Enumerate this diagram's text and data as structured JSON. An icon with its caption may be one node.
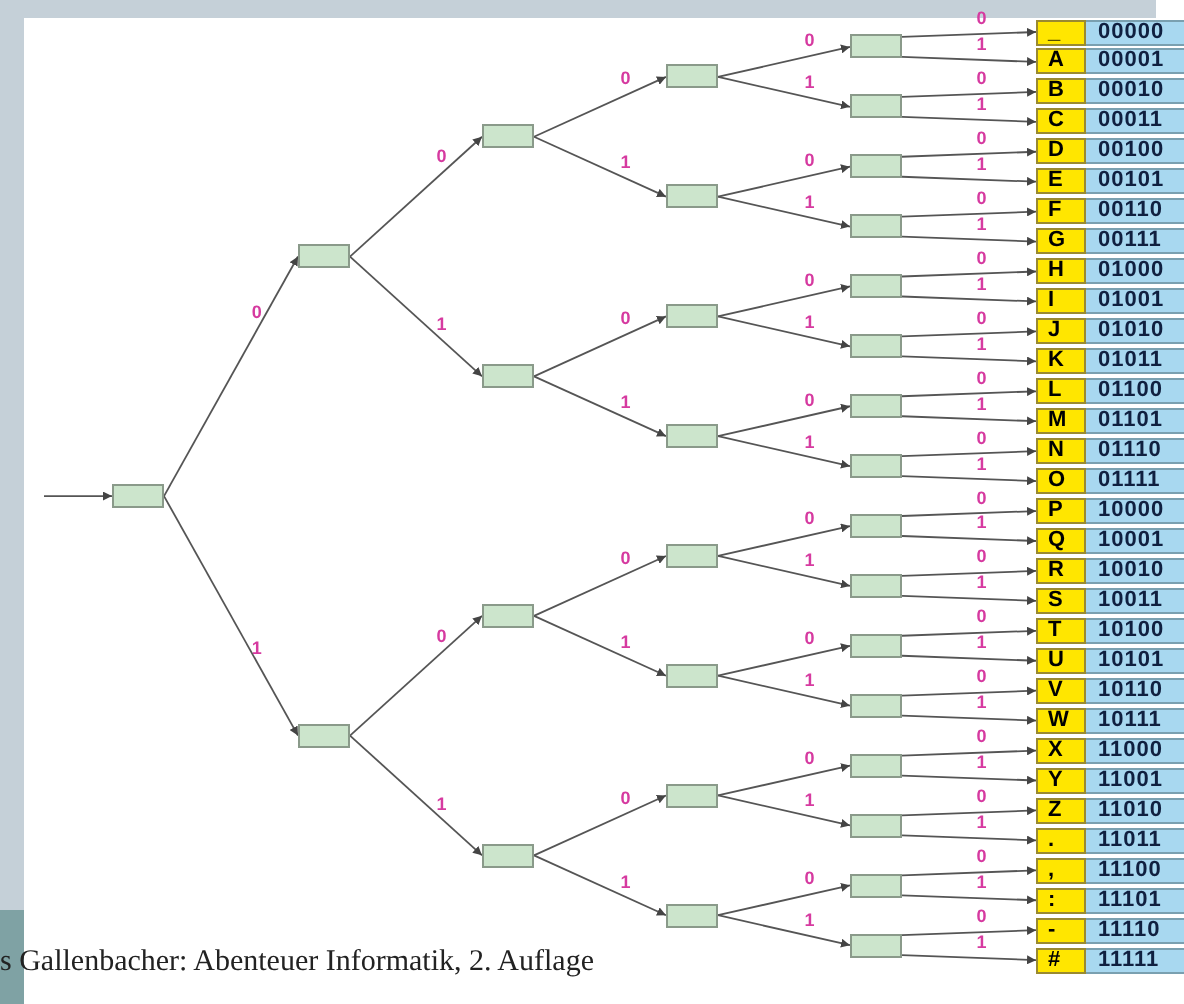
{
  "diagram": {
    "nodes": [
      {
        "text": [],
        "shape": "box"
      },
      {
        "text": [],
        "shape": "box"
      },
      {
        "text": [],
        "shape": "box"
      },
      {
        "text": [],
        "shape": "box"
      },
      {
        "text": [],
        "shape": "box"
      },
      {
        "text": [],
        "shape": "box"
      },
      {
        "text": [],
        "shape": "box"
      },
      {
        "text": [],
        "shape": "box"
      },
      {
        "text": [],
        "shape": "box"
      },
      {
        "text": [],
        "shape": "box"
      },
      {
        "text": [],
        "shape": "box"
      },
      {
        "text": [],
        "shape": "box"
      },
      {
        "text": [],
        "shape": "box"
      },
      {
        "text": [],
        "shape": "box"
      },
      {
        "text": [],
        "shape": "box"
      },
      {
        "text": [],
        "shape": "box"
      },
      {
        "text": [],
        "shape": "box"
      },
      {
        "text": [],
        "shape": "box"
      },
      {
        "text": [],
        "shape": "box"
      },
      {
        "text": [],
        "shape": "box"
      },
      {
        "text": [],
        "shape": "box"
      },
      {
        "text": [],
        "shape": "box"
      },
      {
        "text": [],
        "shape": "box"
      },
      {
        "text": [],
        "shape": "box"
      },
      {
        "text": [],
        "shape": "box"
      },
      {
        "text": [],
        "shape": "box"
      },
      {
        "text": [],
        "shape": "box"
      },
      {
        "text": [],
        "shape": "box"
      },
      {
        "text": [],
        "shape": "box"
      },
      {
        "text": [],
        "shape": "box"
      },
      {
        "text": [],
        "shape": "box"
      },
      {
        "text": [
          "_",
          "00000"
        ]
      },
      {
        "text": [
          "A",
          "00001"
        ]
      },
      {
        "text": [
          "B",
          "00010"
        ]
      },
      {
        "text": [
          "C",
          "00011"
        ]
      },
      {
        "text": [
          "D",
          "00100"
        ]
      },
      {
        "text": [
          "E",
          "00101"
        ]
      },
      {
        "text": [
          "F",
          "00110"
        ]
      },
      {
        "text": [
          "G",
          "00111"
        ]
      },
      {
        "text": [
          "H",
          "01000"
        ]
      },
      {
        "text": [
          "I",
          "01001"
        ]
      },
      {
        "text": [
          "J",
          "01010"
        ]
      },
      {
        "text": [
          "K",
          "01011"
        ]
      },
      {
        "text": [
          "L",
          "01100"
        ]
      },
      {
        "text": [
          "M",
          "01101"
        ]
      },
      {
        "text": [
          "N",
          "01110"
        ]
      },
      {
        "text": [
          "O",
          "01111"
        ]
      },
      {
        "text": [
          "P",
          "10000"
        ]
      },
      {
        "text": [
          "Q",
          "10001"
        ]
      },
      {
        "text": [
          "R",
          "10010"
        ]
      },
      {
        "text": [
          "S",
          "10011"
        ]
      },
      {
        "text": [
          "T",
          "10100"
        ]
      },
      {
        "text": [
          "U",
          "10101"
        ]
      },
      {
        "text": [
          "V",
          "10110"
        ]
      },
      {
        "text": [
          "W",
          "10111"
        ]
      },
      {
        "text": [
          "X",
          "11000"
        ]
      },
      {
        "text": [
          "Y",
          "11001"
        ]
      },
      {
        "text": [
          "Z",
          "11010"
        ]
      },
      {
        "text": [
          ".",
          "11011"
        ]
      },
      {
        "text": [
          ",",
          "11100"
        ]
      },
      {
        "text": [
          ":",
          "11101"
        ]
      },
      {
        "text": [
          "-",
          "11110"
        ]
      },
      {
        "text": [
          "#",
          "11111"
        ]
      }
    ],
    "edges": [
      {
        "from": null,
        "to": 0,
        "arrow": "to"
      },
      {
        "from": 0,
        "to": 1,
        "arrow": "to",
        "label": "0"
      },
      {
        "from": 0,
        "to": 2,
        "arrow": "to",
        "label": "1"
      },
      {
        "from": 1,
        "to": 3,
        "arrow": "to",
        "label": "0"
      },
      {
        "from": 1,
        "to": 4,
        "arrow": "to",
        "label": "1"
      },
      {
        "from": 2,
        "to": 5,
        "arrow": "to",
        "label": "0"
      },
      {
        "from": 2,
        "to": 6,
        "arrow": "to",
        "label": "1"
      },
      {
        "from": 3,
        "to": 7,
        "arrow": "to",
        "label": "0"
      },
      {
        "from": 3,
        "to": 8,
        "arrow": "to",
        "label": "1"
      },
      {
        "from": 4,
        "to": 9,
        "arrow": "to",
        "label": "0"
      },
      {
        "from": 4,
        "to": 10,
        "arrow": "to",
        "label": "1"
      },
      {
        "from": 5,
        "to": 11,
        "arrow": "to",
        "label": "0"
      },
      {
        "from": 5,
        "to": 12,
        "arrow": "to",
        "label": "1"
      },
      {
        "from": 6,
        "to": 13,
        "arrow": "to",
        "label": "0"
      },
      {
        "from": 6,
        "to": 14,
        "arrow": "to",
        "label": "1"
      },
      {
        "from": 7,
        "to": 15,
        "arrow": "to",
        "label": "0"
      },
      {
        "from": 7,
        "to": 16,
        "arrow": "to",
        "label": "1"
      },
      {
        "from": 8,
        "to": 17,
        "arrow": "to",
        "label": "0"
      },
      {
        "from": 8,
        "to": 18,
        "arrow": "to",
        "label": "1"
      },
      {
        "from": 9,
        "to": 19,
        "arrow": "to",
        "label": "0"
      },
      {
        "from": 9,
        "to": 20,
        "arrow": "to",
        "label": "1"
      },
      {
        "from": 10,
        "to": 21,
        "arrow": "to",
        "label": "0"
      },
      {
        "from": 10,
        "to": 22,
        "arrow": "to",
        "label": "1"
      },
      {
        "from": 11,
        "to": 23,
        "arrow": "to",
        "label": "0"
      },
      {
        "from": 11,
        "to": 24,
        "arrow": "to",
        "label": "1"
      },
      {
        "from": 12,
        "to": 25,
        "arrow": "to",
        "label": "0"
      },
      {
        "from": 12,
        "to": 26,
        "arrow": "to",
        "label": "1"
      },
      {
        "from": 13,
        "to": 27,
        "arrow": "to",
        "label": "0"
      },
      {
        "from": 13,
        "to": 28,
        "arrow": "to",
        "label": "1"
      },
      {
        "from": 14,
        "to": 29,
        "arrow": "to",
        "label": "0"
      },
      {
        "from": 14,
        "to": 30,
        "arrow": "to",
        "label": "1"
      },
      {
        "from": 15,
        "to": 31,
        "arrow": "to",
        "label": "0"
      },
      {
        "from": 15,
        "to": 32,
        "arrow": "to",
        "label": "1"
      },
      {
        "from": 16,
        "to": 33,
        "arrow": "to",
        "label": "0"
      },
      {
        "from": 16,
        "to": 34,
        "arrow": "to",
        "label": "1"
      },
      {
        "from": 17,
        "to": 35,
        "arrow": "to",
        "label": "0"
      },
      {
        "from": 17,
        "to": 36,
        "arrow": "to",
        "label": "1"
      },
      {
        "from": 18,
        "to": 37,
        "arrow": "to",
        "label": "0"
      },
      {
        "from": 18,
        "to": 38,
        "arrow": "to",
        "label": "1"
      },
      {
        "from": 19,
        "to": 39,
        "arrow": "to",
        "label": "0"
      },
      {
        "from": 19,
        "to": 40,
        "arrow": "to",
        "label": "1"
      },
      {
        "from": 20,
        "to": 41,
        "arrow": "to",
        "label": "0"
      },
      {
        "from": 20,
        "to": 42,
        "arrow": "to",
        "label": "1"
      },
      {
        "from": 21,
        "to": 43,
        "arrow": "to",
        "label": "0"
      },
      {
        "from": 21,
        "to": 44,
        "arrow": "to",
        "label": "1"
      },
      {
        "from": 22,
        "to": 45,
        "arrow": "to",
        "label": "0"
      },
      {
        "from": 22,
        "to": 46,
        "arrow": "to",
        "label": "1"
      },
      {
        "from": 23,
        "to": 47,
        "arrow": "to",
        "label": "0"
      },
      {
        "from": 23,
        "to": 48,
        "arrow": "to",
        "label": "1"
      },
      {
        "from": 24,
        "to": 49,
        "arrow": "to",
        "label": "0"
      },
      {
        "from": 24,
        "to": 50,
        "arrow": "to",
        "label": "1"
      },
      {
        "from": 25,
        "to": 51,
        "arrow": "to",
        "label": "0"
      },
      {
        "from": 25,
        "to": 52,
        "arrow": "to",
        "label": "1"
      },
      {
        "from": 26,
        "to": 53,
        "arrow": "to",
        "label": "0"
      },
      {
        "from": 26,
        "to": 54,
        "arrow": "to",
        "label": "1"
      },
      {
        "from": 27,
        "to": 55,
        "arrow": "to",
        "label": "0"
      },
      {
        "from": 27,
        "to": 56,
        "arrow": "to",
        "label": "1"
      },
      {
        "from": 28,
        "to": 57,
        "arrow": "to",
        "label": "0"
      },
      {
        "from": 28,
        "to": 58,
        "arrow": "to",
        "label": "1"
      },
      {
        "from": 29,
        "to": 59,
        "arrow": "to",
        "label": "0"
      },
      {
        "from": 29,
        "to": 60,
        "arrow": "to",
        "label": "1"
      },
      {
        "from": 30,
        "to": 61,
        "arrow": "to",
        "label": "0"
      },
      {
        "from": 30,
        "to": 62,
        "arrow": "to",
        "label": "1"
      }
    ],
    "labels": [
      "s Gallenbacher: Abenteuer Informatik, 2. Auflage"
    ]
  }
}
